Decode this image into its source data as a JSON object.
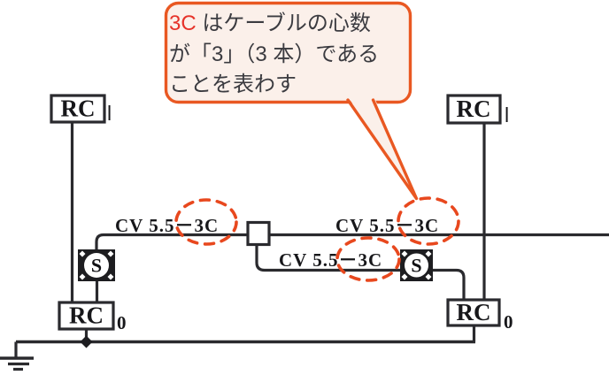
{
  "callout": {
    "highlight": "3C",
    "line1_rest": " はケーブルの心数",
    "line2": "が「3」（3 本）である",
    "line3": "ことを表わす",
    "fill": "#fbf0ea",
    "border_color": "#e95822",
    "highlight_color": "#e6332a",
    "text_color": "#3b3b40"
  },
  "cable_labels": {
    "left": "CV 5.5－3C",
    "right": "CV 5.5－3C",
    "branch": "CV 5.5－3C"
  },
  "components": {
    "rc_top_left": {
      "label": "RC",
      "subscript": "l"
    },
    "rc_top_right": {
      "label": "RC",
      "subscript": "l"
    },
    "rc_bottom_left": {
      "label": "RC",
      "subscript": "0"
    },
    "rc_bottom_right": {
      "label": "RC",
      "subscript": "0"
    },
    "switch_left": {
      "label": "S"
    },
    "switch_right": {
      "label": "S"
    }
  },
  "colors": {
    "wire": "#2a2a2e",
    "ellipse_dash": "#e8481e",
    "background": "#ffffff"
  }
}
